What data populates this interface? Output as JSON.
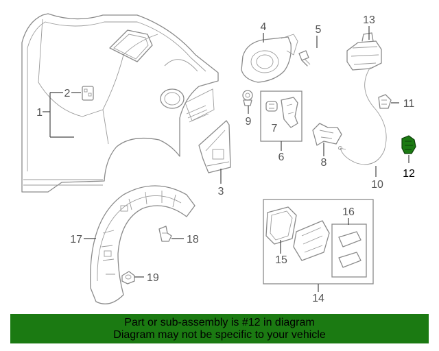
{
  "callouts": {
    "c1": "1",
    "c2": "2",
    "c3": "3",
    "c4": "4",
    "c5": "5",
    "c6": "6",
    "c7": "7",
    "c8": "8",
    "c9": "9",
    "c10": "10",
    "c11": "11",
    "c12": "12",
    "c13": "13",
    "c14": "14",
    "c15": "15",
    "c16": "16",
    "c17": "17",
    "c18": "18",
    "c19": "19"
  },
  "highlight": {
    "part": "12",
    "color": "#1b7a12"
  },
  "banner": {
    "line1": "Part or sub-assembly is #12 in diagram",
    "line2": "Diagram may not be specific to your vehicle",
    "background": "#1b7a12"
  }
}
